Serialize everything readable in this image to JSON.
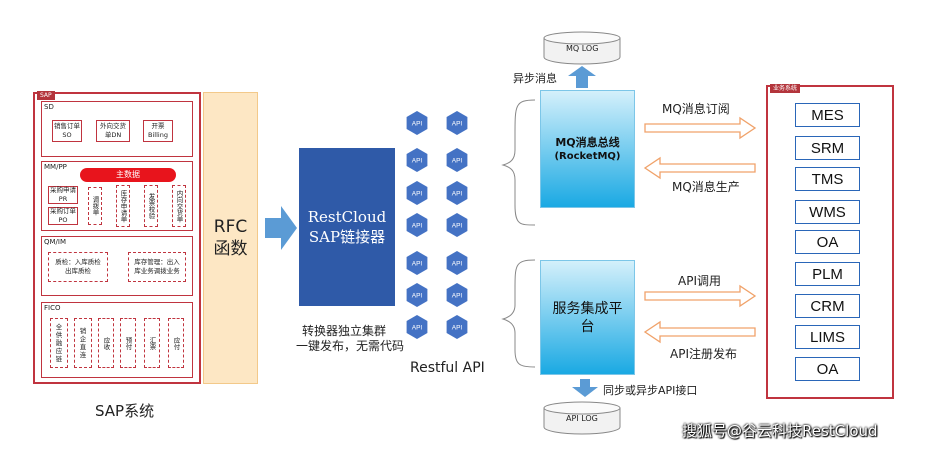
{
  "sap": {
    "tag": "SAP",
    "caption": "SAP系统",
    "sd": {
      "tag": "SD",
      "items": [
        "销售订单SO",
        "外向交货单DN",
        "开票Billing"
      ]
    },
    "mmpp": {
      "tag": "MM/PP",
      "master": "主数据",
      "left_items": [
        "采购申请PR",
        "采购订单PO"
      ],
      "vert_items": [
        "调拨单",
        "库存申请单",
        "发票校验",
        "内向交货单"
      ]
    },
    "qmim": {
      "tag": "QM/IM",
      "left": "质检：入库质检出库质检",
      "right": "库存管理：出入库业务调拨业务"
    },
    "fico": {
      "tag": "FICO",
      "items": [
        "全供融应链",
        "销企直连",
        "应收",
        "预付",
        "汇票",
        "应付"
      ]
    }
  },
  "rfc": {
    "label": "RFC函数"
  },
  "converter": {
    "line1": "RestCloud",
    "line2": "SAP链接器",
    "caption1": "转换器独立集群",
    "caption2": "一键发布，无需代码"
  },
  "api": {
    "hex_label": "API",
    "caption": "Restful API"
  },
  "mq_log": {
    "label": "MQ LOG"
  },
  "api_log": {
    "label": "API LOG"
  },
  "async_msg": "异步消息",
  "sync_api": "同步或异步API接口",
  "mq_bus": {
    "line1": "MQ消息总线",
    "line2": "(RocketMQ)"
  },
  "service": {
    "line1": "服务集成平",
    "line2": "台"
  },
  "arrows": {
    "mq_sub": "MQ消息订阅",
    "mq_prod": "MQ消息生产",
    "api_call": "API调用",
    "api_reg": "API注册发布"
  },
  "biz": {
    "tag": "业务系统",
    "systems": [
      "MES",
      "SRM",
      "TMS",
      "WMS",
      "OA",
      "PLM",
      "CRM",
      "LIMS",
      "OA"
    ]
  },
  "watermark": "搜狐号@谷云科技RestCloud",
  "colors": {
    "red": "#c0343f",
    "blue": "#2f5aa8",
    "cyan": "#00b4e6",
    "orange": "#f0a26a",
    "rfc": "#fde7c4"
  }
}
